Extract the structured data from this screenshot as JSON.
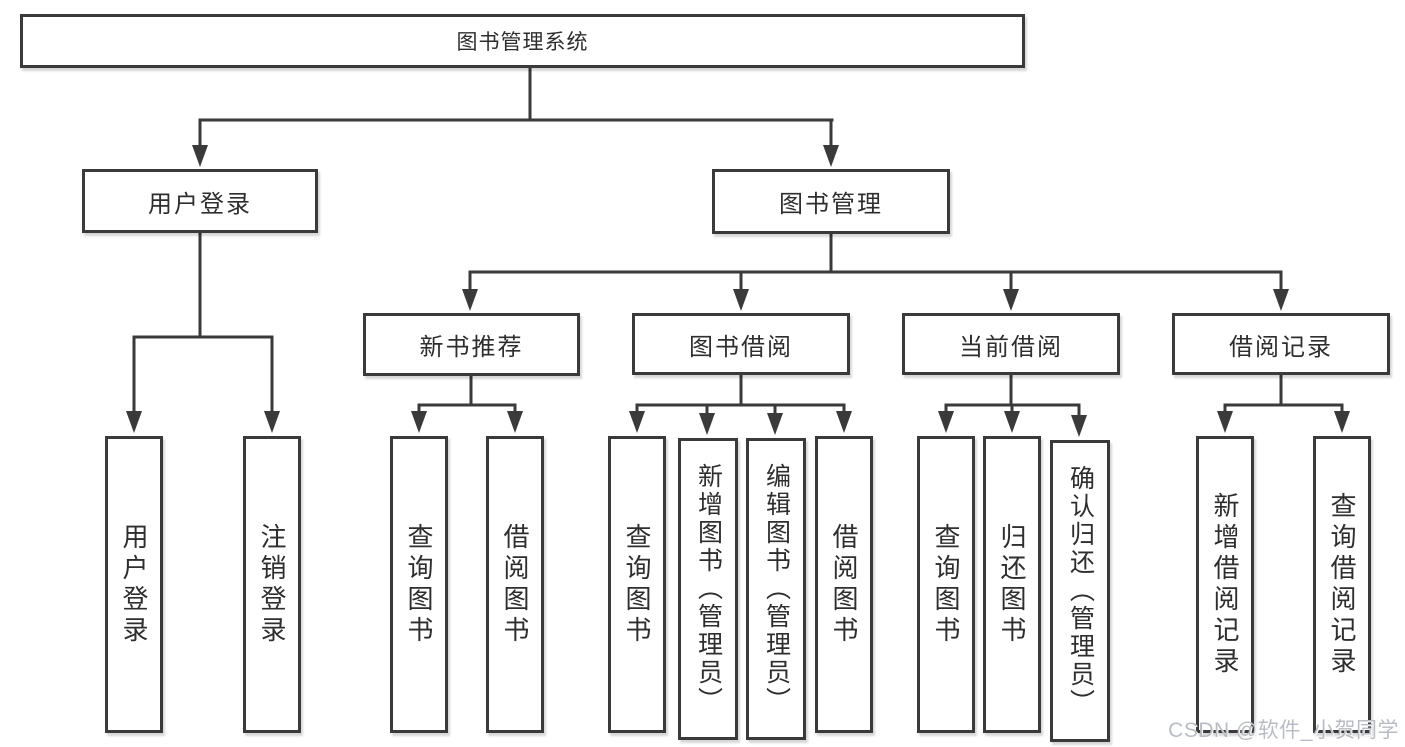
{
  "diagram": {
    "type": "hierarchy-tree",
    "tree": {
      "label": "图书管理系统",
      "children": [
        {
          "label": "用户登录",
          "children": [
            {
              "label": "用户登录"
            },
            {
              "label": "注销登录"
            }
          ]
        },
        {
          "label": "图书管理",
          "children": [
            {
              "label": "新书推荐",
              "children": [
                {
                  "label": "查询图书"
                },
                {
                  "label": "借阅图书"
                }
              ]
            },
            {
              "label": "图书借阅",
              "children": [
                {
                  "label": "查询图书"
                },
                {
                  "label": "新增图书（管理员）"
                },
                {
                  "label": "编辑图书（管理员）"
                },
                {
                  "label": "借阅图书"
                }
              ]
            },
            {
              "label": "当前借阅",
              "children": [
                {
                  "label": "查询图书"
                },
                {
                  "label": "归还图书"
                },
                {
                  "label": "确认归还（管理员）"
                }
              ]
            },
            {
              "label": "借阅记录",
              "children": [
                {
                  "label": "新增借阅记录"
                },
                {
                  "label": "查询借阅记录"
                }
              ]
            }
          ]
        }
      ]
    },
    "colors": {
      "line": "#3a3a3a",
      "box_border": "#3a3a3a",
      "box_fill": "#ffffff",
      "text": "#2e2e2e",
      "background": "#ffffff"
    }
  },
  "watermark": {
    "text": "CSDN @软件_小贺同学",
    "color": "#b9bdc3"
  }
}
